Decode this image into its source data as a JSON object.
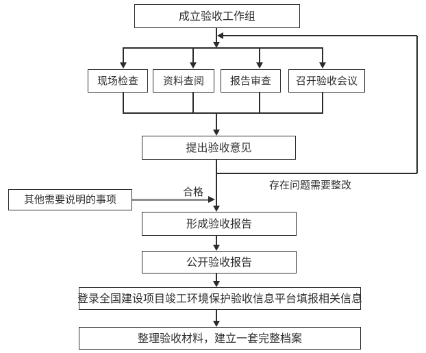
{
  "diagram": {
    "type": "flowchart",
    "nodes": {
      "establish_team": {
        "label": "成立验收工作组"
      },
      "site_inspection": {
        "label": "现场检查"
      },
      "document_review": {
        "label": "资料查阅"
      },
      "report_review": {
        "label": "报告审查"
      },
      "acceptance_meeting": {
        "label": "召开验收会议"
      },
      "acceptance_opinion": {
        "label": "提出验收意见"
      },
      "other_matters": {
        "label": "其他需要说明的事项"
      },
      "acceptance_report": {
        "label": "形成验收报告"
      },
      "publish_report": {
        "label": "公开验收报告"
      },
      "platform_filing": {
        "label": "登录全国建设项目竣工环境保护验收信息平台填报相关信息"
      },
      "archive": {
        "label": "整理验收材料，建立一套完整档案"
      }
    },
    "edge_labels": {
      "qualified": "合格",
      "rectification": "存在问题需要整改"
    },
    "colors": {
      "line": "#2b2b2b",
      "gray_line": "#8f8f8f",
      "text": "#2f2f2f",
      "background": "#ffffff"
    }
  }
}
